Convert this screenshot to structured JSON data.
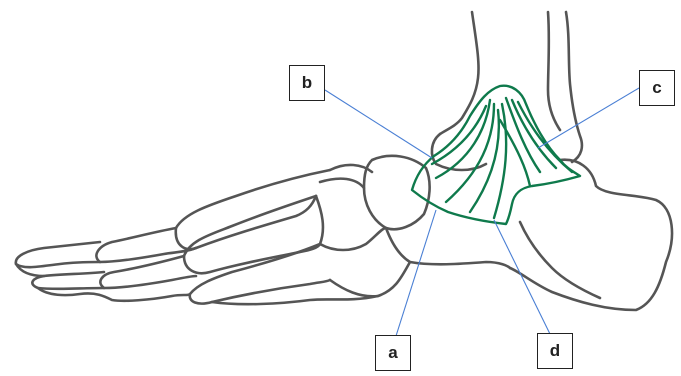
{
  "labels": {
    "a": "a",
    "b": "b",
    "c": "c",
    "d": "d"
  },
  "colors": {
    "bone_outline": "#555555",
    "ligament": "#0f7a4c",
    "leader_line": "#4a7fd4",
    "label_border": "#222222"
  }
}
